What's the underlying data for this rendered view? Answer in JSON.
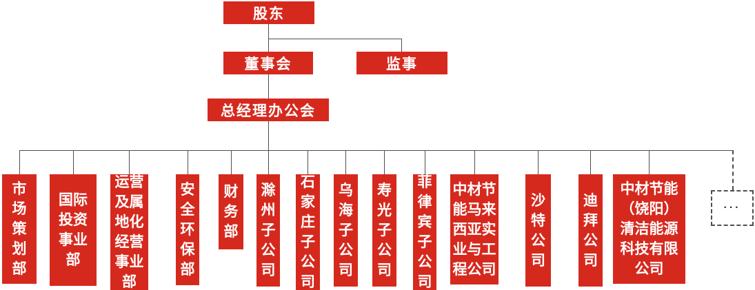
{
  "colors": {
    "box_red": "#d6291e",
    "line_gray": "#4d4d4d",
    "text_white": "#ffffff",
    "ellipsis_dark": "#333333"
  },
  "org": {
    "root": {
      "label": "股东"
    },
    "board": {
      "label": "董事会"
    },
    "supervisor": {
      "label": "监事"
    },
    "gm_office": {
      "label": "总经理办公会"
    },
    "departments": [
      {
        "label": "市\n场\n策\n划\n部"
      },
      {
        "label": "国际\n投资\n事业\n部"
      },
      {
        "label": "运营\n及属\n地化\n经营\n事业\n部"
      },
      {
        "label": "安\n全\n环\n保\n部"
      },
      {
        "label": "财\n务\n部"
      },
      {
        "label": "滁\n州\n子\n公\n司"
      },
      {
        "label": "石\n家\n庄\n子\n公\n司"
      },
      {
        "label": "乌\n海\n子\n公\n司"
      },
      {
        "label": "寿\n光\n子\n公\n司"
      },
      {
        "label": "菲\n律\n宾\n子\n公\n司"
      },
      {
        "label": "中材节\n能马来\n西亚实\n业与工\n程公司"
      },
      {
        "label": "沙\n特\n公\n司"
      },
      {
        "label": "迪\n拜\n公\n司"
      },
      {
        "label": "中材节能\n（饶阳）\n清洁能源\n科技有限\n公司"
      }
    ],
    "more": {
      "label": "···"
    }
  }
}
